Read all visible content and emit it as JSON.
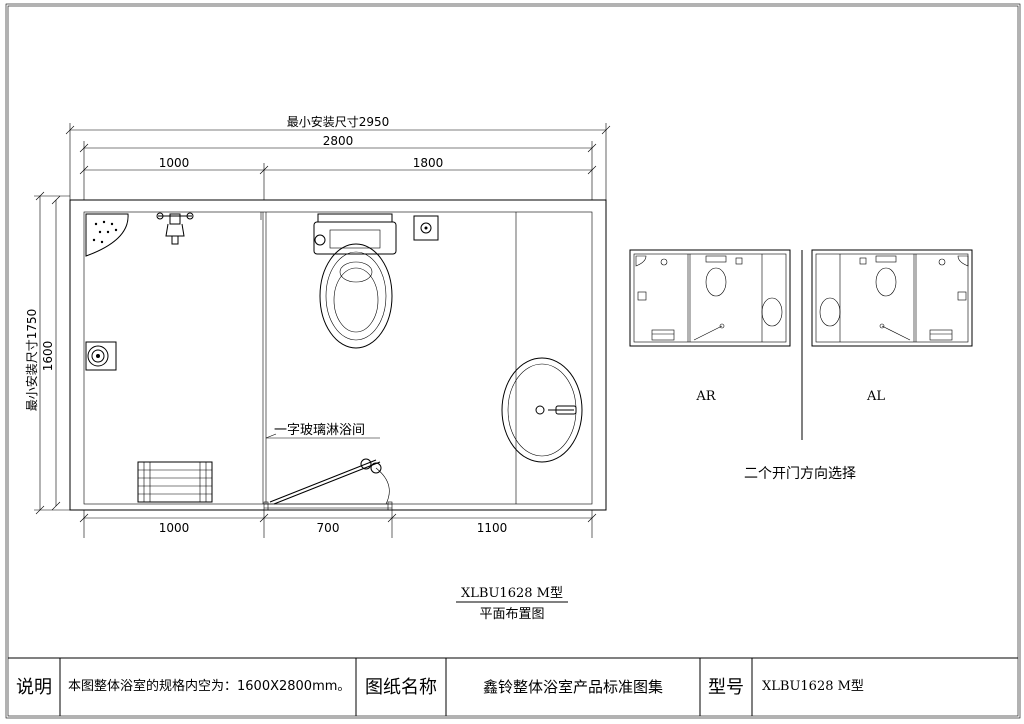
{
  "dimensions": {
    "min_install_width": "最小安装尺寸2950",
    "overall_width": "2800",
    "top_left": "1000",
    "top_right": "1800",
    "bottom_left": "1000",
    "bottom_mid": "700",
    "bottom_right": "1100",
    "min_install_height": "最小安装尺寸1750",
    "overall_height": "1600"
  },
  "annotations": {
    "glass_shower": "一字玻璃淋浴间"
  },
  "variants": {
    "ar_label": "AR",
    "al_label": "AL",
    "caption": "二个开门方向选择"
  },
  "drawing": {
    "model": "XLBU1628 M型",
    "subtitle": "平面布置图"
  },
  "title_block": {
    "desc_label": "说明",
    "desc_text": "本图整体浴室的规格内空为：1600X2800mm。",
    "name_label": "图纸名称",
    "name_value": "鑫铃整体浴室产品标准图集",
    "model_label": "型号",
    "model_value": "XLBU1628 M型"
  }
}
